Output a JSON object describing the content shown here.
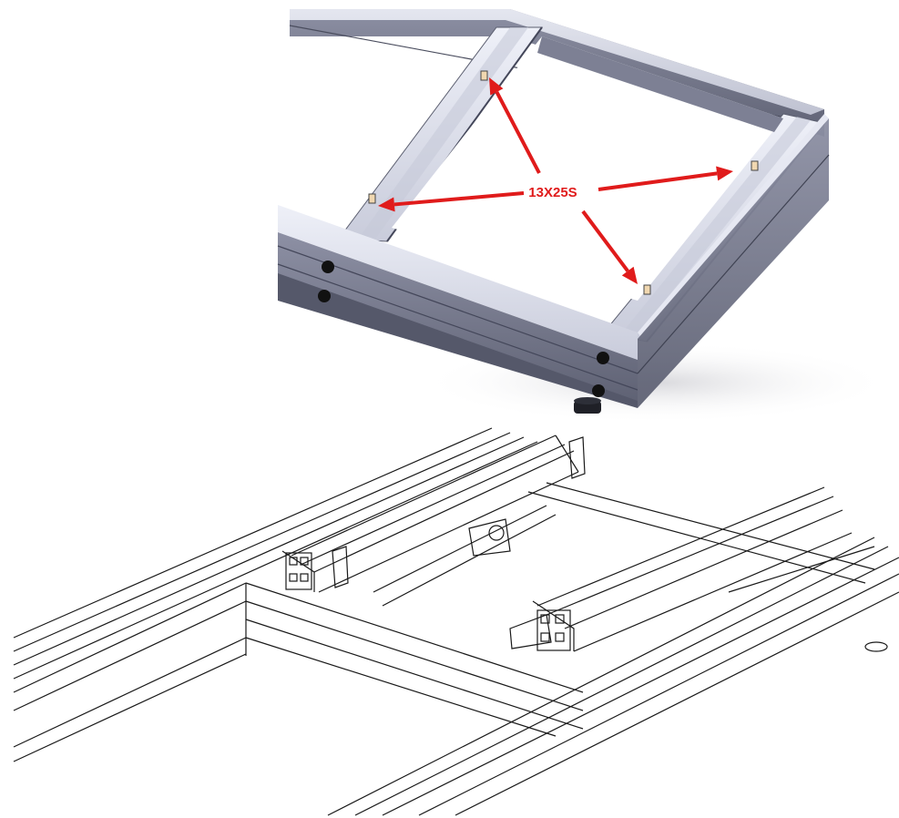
{
  "callout": {
    "label": "13X25S",
    "color": "#e01b1b"
  },
  "colors": {
    "profile_light": "#d9dbe8",
    "profile_mid": "#a9acbe",
    "profile_dark": "#6c6f82",
    "profile_edge": "#3f4252",
    "line_art": "#1a1a1a",
    "background": "#ffffff"
  },
  "panels": [
    {
      "name": "rendered-frame-view"
    },
    {
      "name": "line-drawing-view"
    }
  ]
}
